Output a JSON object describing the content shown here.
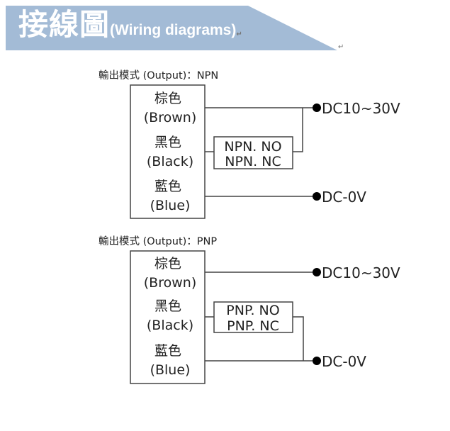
{
  "header": {
    "title_zh": "接線圖",
    "title_en": "(Wiring diagrams)",
    "banner_color": "#a3bbd6",
    "paragraph_mark": "↵"
  },
  "diagrams": [
    {
      "mode_label": "輸出模式 (Output)：NPN",
      "wires": [
        {
          "zh": "棕色",
          "en": "(Brown)"
        },
        {
          "zh": "黑色",
          "en": "(Black)"
        },
        {
          "zh": "藍色",
          "en": "(Blue)"
        }
      ],
      "switch_lines": [
        "NPN. NO",
        "NPN. NC"
      ],
      "terminals": [
        {
          "label": "DC10~30V"
        },
        {
          "label": "DC-0V"
        }
      ],
      "load_connects_to": "DC10~30V"
    },
    {
      "mode_label": "輸出模式 (Output)：PNP",
      "wires": [
        {
          "zh": "棕色",
          "en": "(Brown)"
        },
        {
          "zh": "黑色",
          "en": "(Black)"
        },
        {
          "zh": "藍色",
          "en": "(Blue)"
        }
      ],
      "switch_lines": [
        "PNP. NO",
        "PNP. NC"
      ],
      "terminals": [
        {
          "label": "DC10~30V"
        },
        {
          "label": "DC-0V"
        }
      ],
      "load_connects_to": "DC-0V"
    }
  ]
}
